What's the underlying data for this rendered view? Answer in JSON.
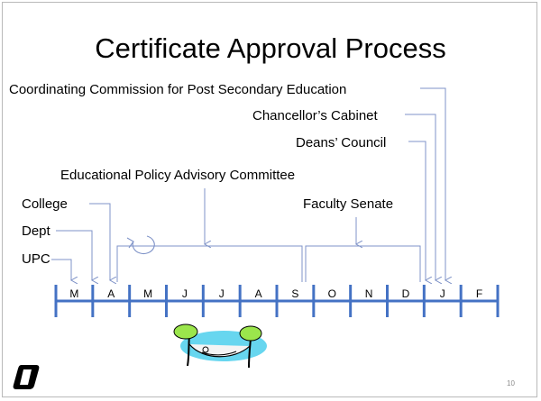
{
  "slide": {
    "title": "Certificate Approval Process",
    "page_number": "10"
  },
  "labels": {
    "ccpe": "Coordinating Commission for Post Secondary Education",
    "chancellors_cabinet": "Chancellor’s Cabinet",
    "deans_council": "Deans’ Council",
    "epac": "Educational Policy Advisory Committee",
    "college": "College",
    "faculty_senate": "Faculty Senate",
    "dept": "Dept",
    "upc": "UPC"
  },
  "timeline": {
    "months": [
      "M",
      "A",
      "M",
      "J",
      "J",
      "A",
      "S",
      "O",
      "N",
      "D",
      "J",
      "F"
    ]
  },
  "colors": {
    "timeline": "#4472c4",
    "connector": "#7f93c8",
    "logo": "#000000"
  },
  "icons": {
    "loop": "circular-arrow-icon",
    "logo": "university-logo",
    "hammock": "hammock-clipart"
  }
}
